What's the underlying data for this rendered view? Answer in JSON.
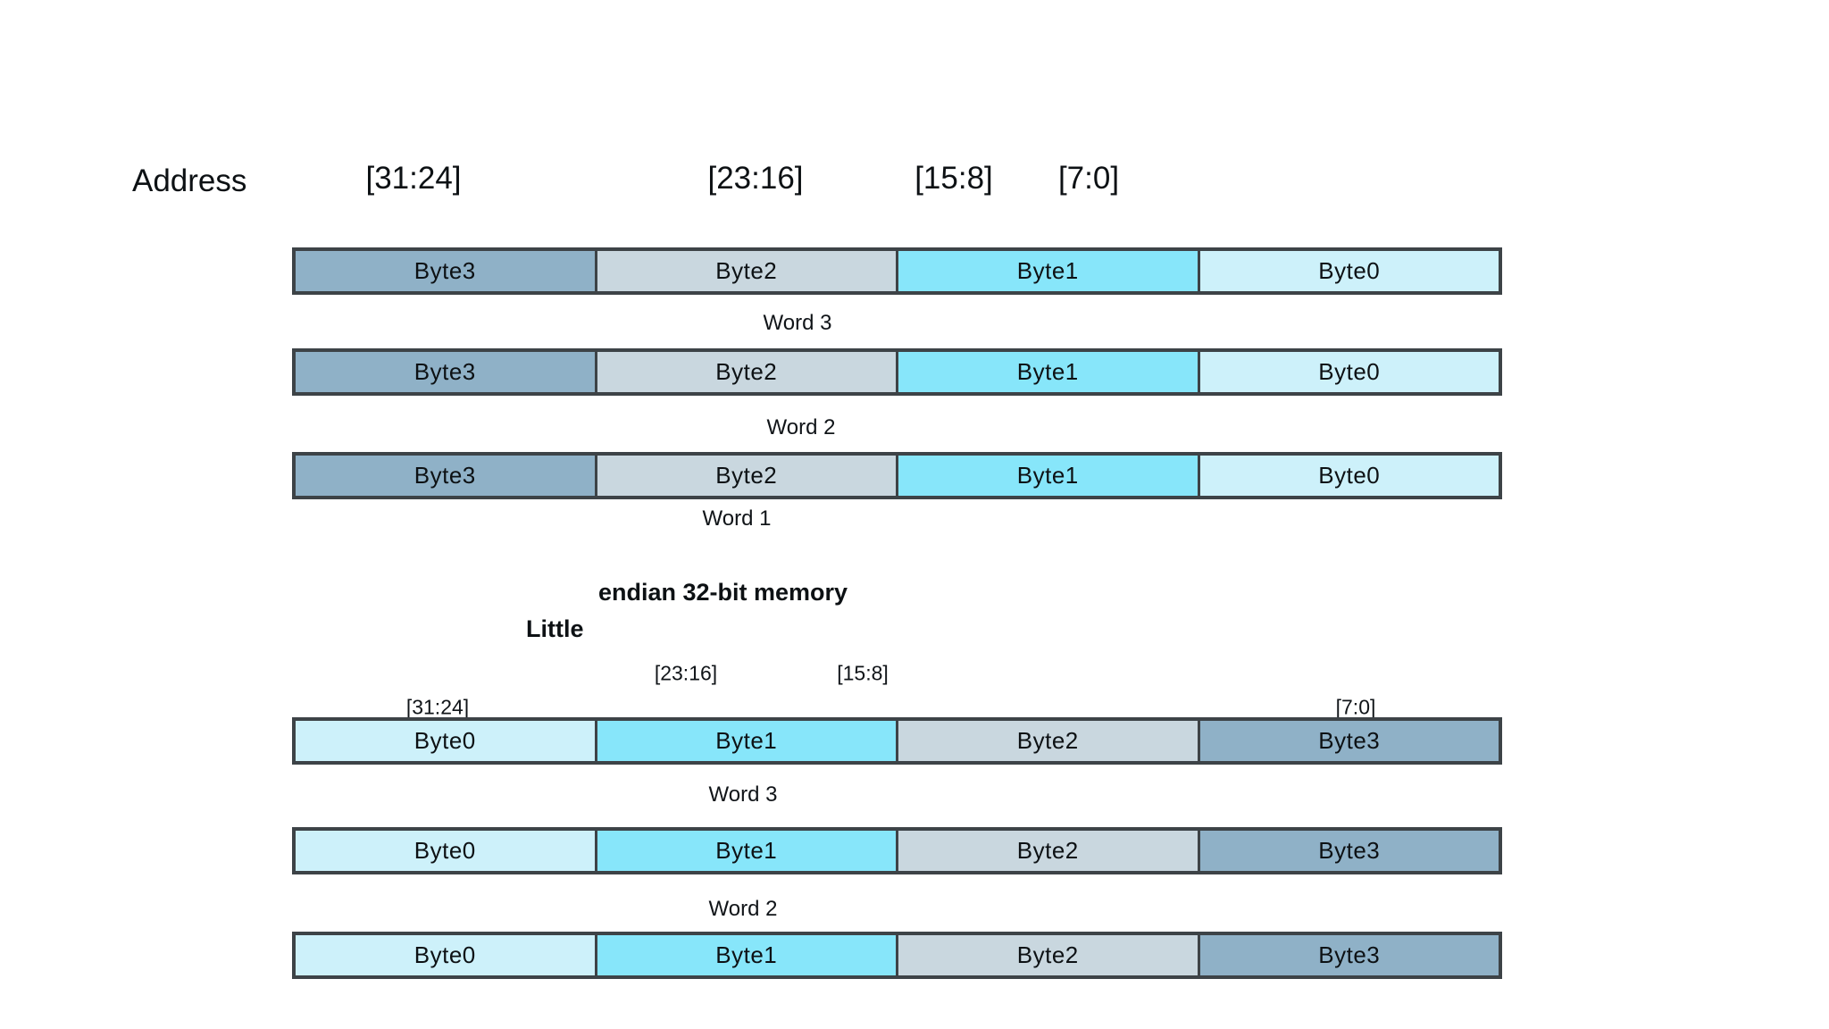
{
  "colors": {
    "byte3_fill": "#8FB1C7",
    "byte2_fill": "#C9D7DF",
    "byte1_fill": "#87E6FA",
    "byte0_fill": "#CDF1FA",
    "row_border": "#3D4347",
    "text": "#101418",
    "background": "#FFFFFF"
  },
  "address_header": {
    "label": "Address",
    "bit_ranges": [
      "[31:24]",
      "[23:16]",
      "[15:8]",
      "[7:0]"
    ]
  },
  "big_endian_memory": {
    "byte_order": [
      "Byte3",
      "Byte2",
      "Byte1",
      "Byte0"
    ],
    "word_labels": [
      "Word 3",
      "Word 2",
      "Word 1"
    ]
  },
  "caption": {
    "line1": "endian 32-bit memory",
    "line2": "Little"
  },
  "little_endian_memory": {
    "bit_labels_row1": [
      "[23:16]",
      "[15:8]"
    ],
    "bit_labels_row2": [
      "[31:24]",
      "[7:0]"
    ],
    "byte_order": [
      "Byte0",
      "Byte1",
      "Byte2",
      "Byte3"
    ],
    "word_labels": [
      "Word 3",
      "Word 2"
    ]
  }
}
